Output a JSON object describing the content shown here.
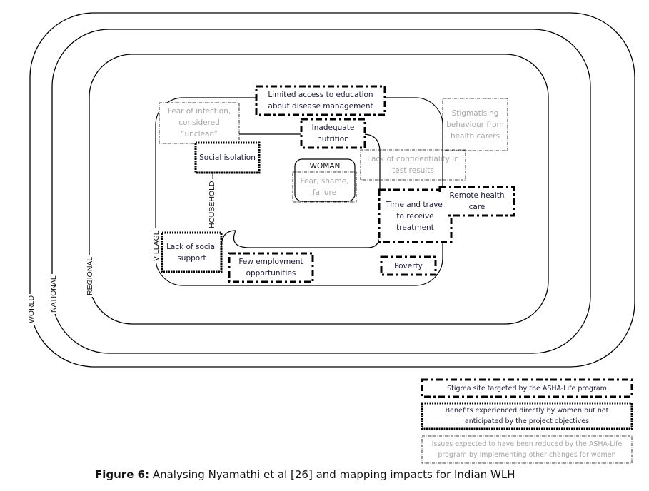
{
  "figure": {
    "caption_label": "Figure 6:",
    "caption_text": " Analysing Nyamathi et al [26] and mapping impacts for Indian WLH"
  },
  "rings": {
    "world": "WORLD",
    "national": "NATIONAL",
    "regional": "REGIONAL",
    "village": "VILLAGE",
    "household": "HOUSEHOLD",
    "woman": "WOMAN"
  },
  "nodes": {
    "limited_access": "Limited access to education about disease management",
    "inadequate_nutrition": "Inadequate nutrition",
    "fear_infection": "Fear of infection, considered “unclean”",
    "social_isolation": "Social isolation",
    "stigmatising": "Stigmatising behaviour from health carers",
    "lack_confidentiality": "Lack of confidentiality in test results",
    "fear_shame": "Fear, shame, failure",
    "time_travel": "Time and travel to receive treatment",
    "remote_care": "Remote health care",
    "lack_support": "Lack of social support",
    "few_employment": "Few employment opportunities",
    "poverty": "Poverty"
  },
  "legend": {
    "stigma_site": "Stigma site targeted by the ASHA-Life program",
    "benefits": "Benefits experienced directly by women but not anticipated by the project objectives",
    "issues": "Issues expected to have been reduced by the ASHA-Life program by implementing other changes for women"
  },
  "colors": {
    "stroke": "#000000",
    "issue_text": "#a6a6a6",
    "node_text": "#1a1a3a"
  }
}
